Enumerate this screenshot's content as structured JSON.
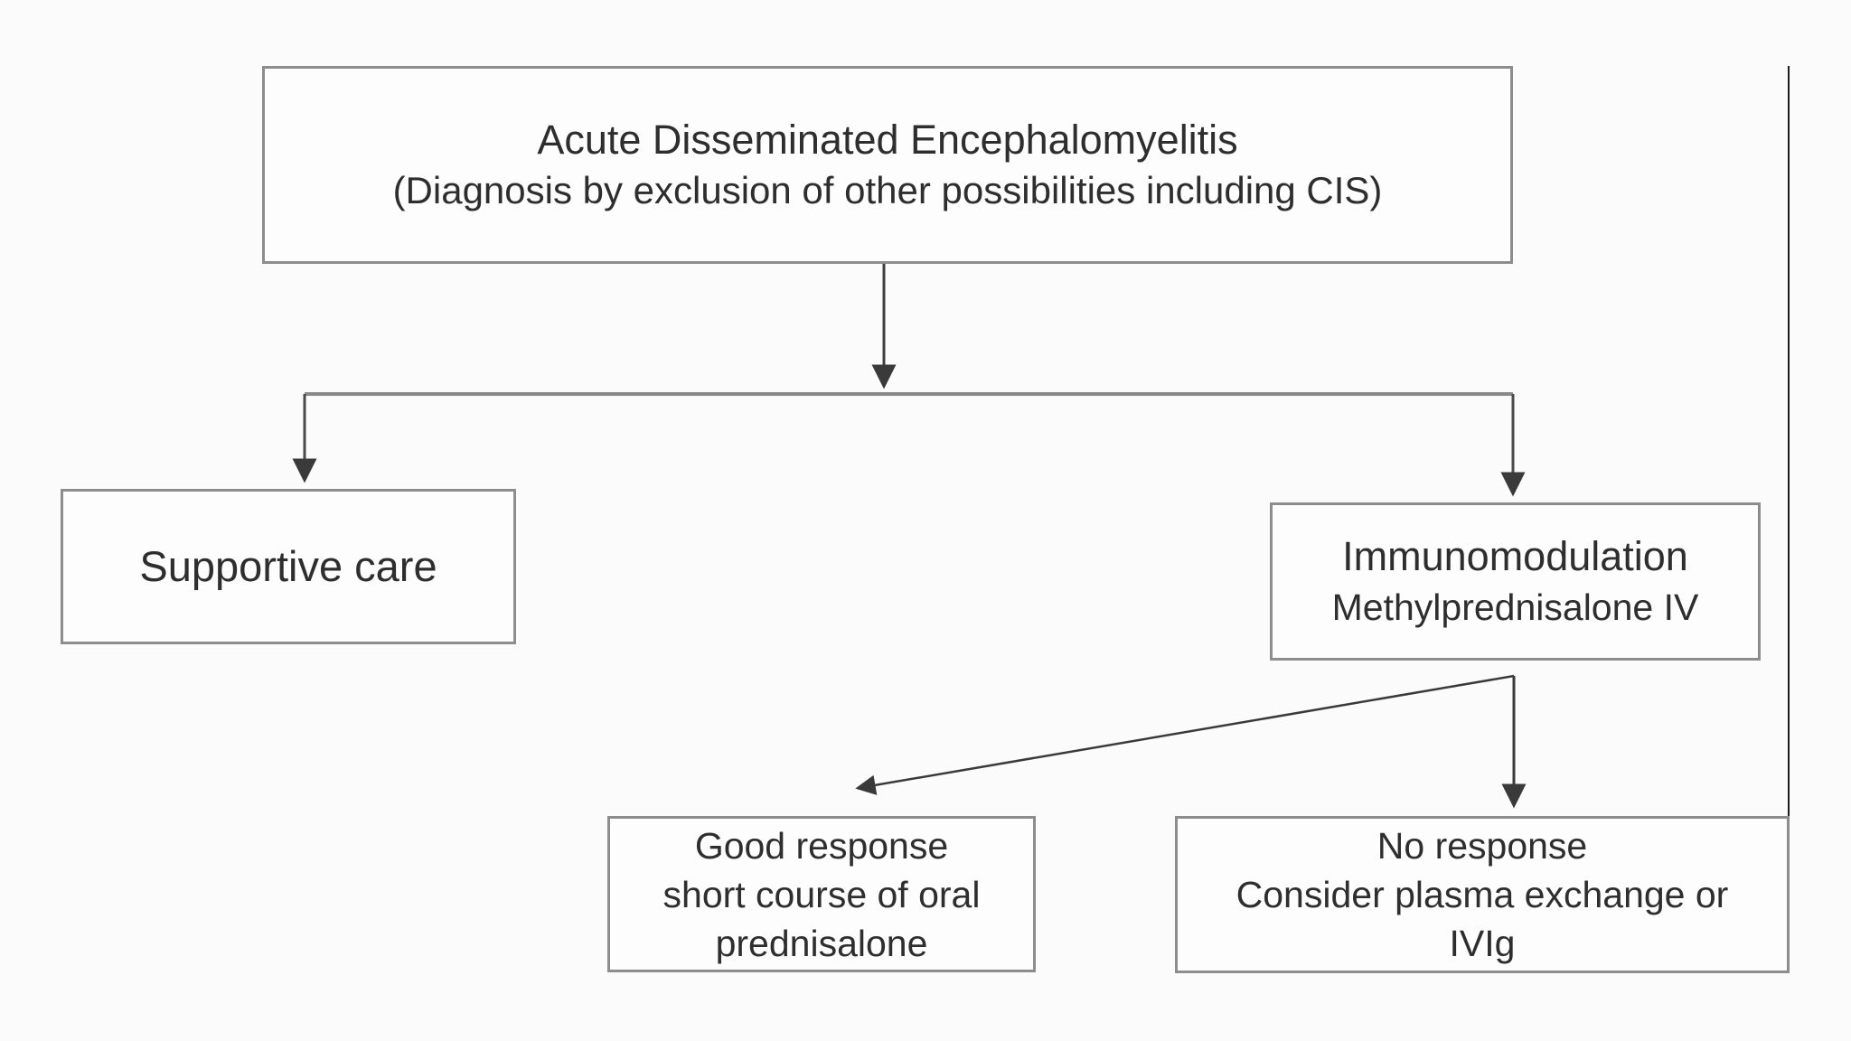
{
  "diagram": {
    "type": "flowchart",
    "nodes": {
      "adem": {
        "title": "Acute Disseminated Encephalomyelitis",
        "subtitle": "(Diagnosis by exclusion of other possibilities including CIS)"
      },
      "supportive_care": {
        "title": "Supportive care"
      },
      "immunomodulation": {
        "title": "Immunomodulation",
        "subtitle": "Methylprednisalone IV"
      },
      "good_response": {
        "title": "Good response",
        "line2": "short course of oral",
        "line3": "prednisalone"
      },
      "no_response": {
        "title": "No response",
        "line2": "Consider plasma exchange or",
        "line3": "IVIg"
      }
    },
    "edges": [
      {
        "from": "adem",
        "to": "branch-point",
        "style": "arrow-down"
      },
      {
        "from": "branch-point",
        "to": "supportive_care",
        "style": "arrow-down"
      },
      {
        "from": "branch-point",
        "to": "immunomodulation",
        "style": "arrow-down"
      },
      {
        "from": "immunomodulation",
        "to": "good_response",
        "style": "arrow-diagonal"
      },
      {
        "from": "immunomodulation",
        "to": "no_response",
        "style": "arrow-down"
      }
    ],
    "colors": {
      "box_border": "#8d8d8d",
      "box_fill": "#fdfdfd",
      "connector": "#8a8a8a",
      "arrow": "#3a3a3a",
      "text": "#2e2e2e",
      "background": "#fbfbfb",
      "frame_rule": "#1c1c1c"
    }
  }
}
